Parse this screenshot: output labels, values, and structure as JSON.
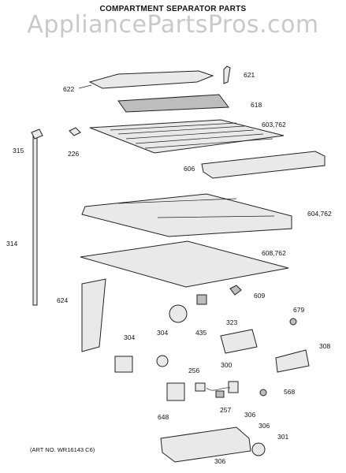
{
  "header": {
    "title": "COMPARTMENT SEPARATOR PARTS",
    "watermark": "AppliancePartsPros.com"
  },
  "footer": {
    "art_no": "(ART NO. WR16143 C6)"
  },
  "callouts": [
    {
      "key": "c621",
      "label": "621"
    },
    {
      "key": "c622",
      "label": "622"
    },
    {
      "key": "c618",
      "label": "618"
    },
    {
      "key": "c603",
      "label": "603,762"
    },
    {
      "key": "c315",
      "label": "315"
    },
    {
      "key": "c226",
      "label": "226"
    },
    {
      "key": "c606",
      "label": "606"
    },
    {
      "key": "c604",
      "label": "604,762"
    },
    {
      "key": "c314",
      "label": "314"
    },
    {
      "key": "c608",
      "label": "608,762"
    },
    {
      "key": "c609",
      "label": "609"
    },
    {
      "key": "c624",
      "label": "624"
    },
    {
      "key": "c679",
      "label": "679"
    },
    {
      "key": "c435",
      "label": "435"
    },
    {
      "key": "c323",
      "label": "323"
    },
    {
      "key": "c304a",
      "label": "304"
    },
    {
      "key": "c304b",
      "label": "304"
    },
    {
      "key": "c308",
      "label": "308"
    },
    {
      "key": "c300",
      "label": "300"
    },
    {
      "key": "c256",
      "label": "256"
    },
    {
      "key": "c568",
      "label": "568"
    },
    {
      "key": "c257",
      "label": "257"
    },
    {
      "key": "c648",
      "label": "648"
    },
    {
      "key": "c306a",
      "label": "306"
    },
    {
      "key": "c306b",
      "label": "306"
    },
    {
      "key": "c301",
      "label": "301"
    },
    {
      "key": "c306c",
      "label": "306"
    }
  ]
}
